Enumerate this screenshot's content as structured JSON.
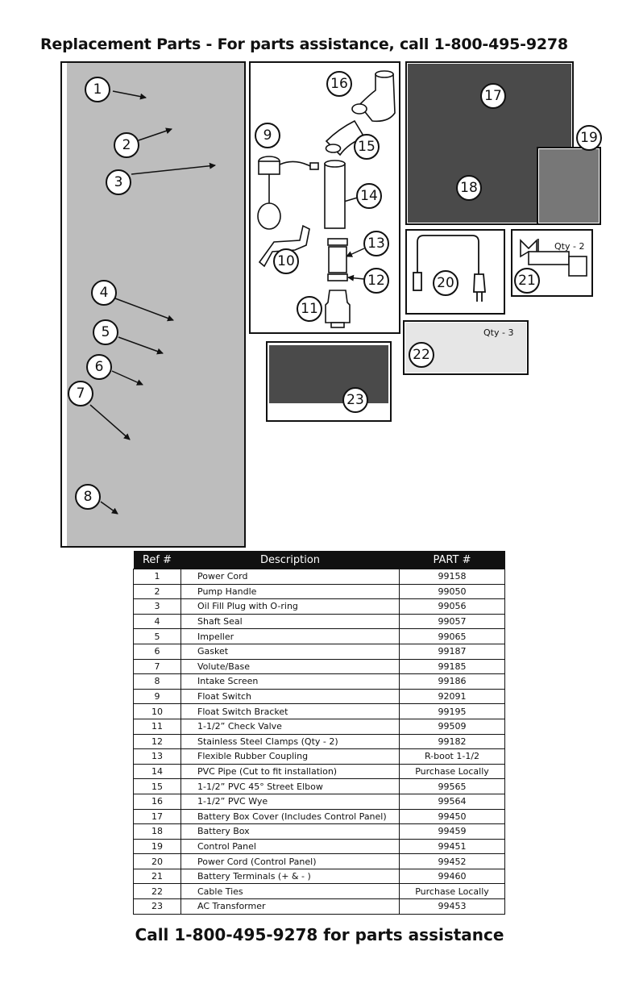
{
  "title": "Replacement Parts - For parts assistance, call 1-800-495-9278",
  "callouts": [
    "1",
    "2",
    "3",
    "4",
    "5",
    "6",
    "7",
    "8",
    "9",
    "10",
    "11",
    "12",
    "13",
    "14",
    "15",
    "16",
    "17",
    "18",
    "19",
    "20",
    "21",
    "22",
    "23"
  ],
  "qty_labels": {
    "terminals": "Qty - 2",
    "ties": "Qty - 3"
  },
  "colors": {
    "panel_light": "#bdbdbd",
    "panel_dark": "#4a4a4a",
    "panel_mid": "#777777",
    "panel_ties": "#e6e6e6",
    "header_bg": "#111111"
  },
  "table": {
    "headers": [
      "Ref #",
      "Description",
      "PART #"
    ],
    "rows": [
      [
        "1",
        "Power Cord",
        "99158"
      ],
      [
        "2",
        "Pump Handle",
        "99050"
      ],
      [
        "3",
        "Oil Fill Plug with O-ring",
        "99056"
      ],
      [
        "4",
        "Shaft Seal",
        "99057"
      ],
      [
        "5",
        "Impeller",
        "99065"
      ],
      [
        "6",
        "Gasket",
        "99187"
      ],
      [
        "7",
        "Volute/Base",
        "99185"
      ],
      [
        "8",
        "Intake Screen",
        "99186"
      ],
      [
        "9",
        "Float Switch",
        "92091"
      ],
      [
        "10",
        "Float Switch Bracket",
        "99195"
      ],
      [
        "11",
        "1-1/2” Check Valve",
        "99509"
      ],
      [
        "12",
        "Stainless Steel Clamps (Qty - 2)",
        "99182"
      ],
      [
        "13",
        "Flexible Rubber Coupling",
        "R-boot 1-1/2"
      ],
      [
        "14",
        "PVC Pipe (Cut to fit installation)",
        "Purchase Locally"
      ],
      [
        "15",
        "1-1/2” PVC 45° Street Elbow",
        "99565"
      ],
      [
        "16",
        "1-1/2” PVC Wye",
        "99564"
      ],
      [
        "17",
        "Battery Box Cover (Includes Control Panel)",
        "99450"
      ],
      [
        "18",
        "Battery Box",
        "99459"
      ],
      [
        "19",
        "Control Panel",
        "99451"
      ],
      [
        "20",
        "Power Cord (Control Panel)",
        "99452"
      ],
      [
        "21",
        "Battery Terminals (+ & - )",
        "99460"
      ],
      [
        "22",
        "Cable Ties",
        "Purchase Locally"
      ],
      [
        "23",
        "AC Transformer",
        "99453"
      ]
    ]
  },
  "footer": "Call 1-800-495-9278 for parts assistance"
}
